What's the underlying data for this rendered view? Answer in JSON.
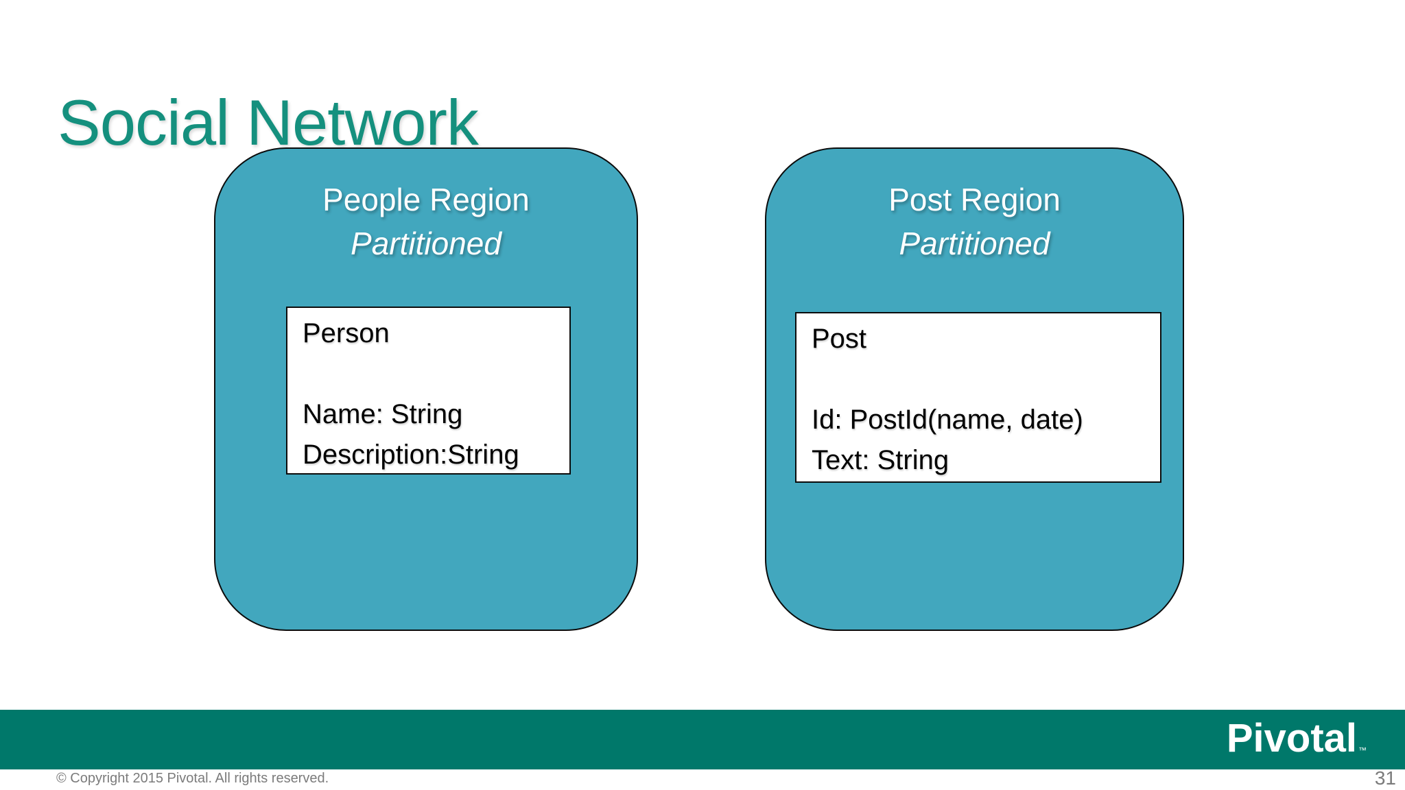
{
  "slide": {
    "title": "Social Network",
    "page_number": "31",
    "copyright": "© Copyright 2015 Pivotal. All rights reserved.",
    "logo": {
      "text": "Pivotal",
      "trademark": "™"
    }
  },
  "regions": [
    {
      "name": "People Region",
      "subtitle": "Partitioned",
      "entity": {
        "title": "Person",
        "fields": [
          "Name: String",
          "Description:String"
        ]
      }
    },
    {
      "name": "Post Region",
      "subtitle": "Partitioned",
      "entity": {
        "title": "Post",
        "fields": [
          "Id: PostId(name, date)",
          "Text: String"
        ]
      }
    }
  ],
  "colors": {
    "title_text": "#15907E",
    "region_fill": "#42A7BE",
    "region_border": "#0B0B0B",
    "region_text": "#FFFFFF",
    "entity_bg": "#FFFFFF",
    "entity_border": "#0B0B0B",
    "entity_text": "#000000",
    "footer_bar": "#00786A",
    "logo_text": "#FFFFFF",
    "muted_text": "#7B7B7B"
  }
}
